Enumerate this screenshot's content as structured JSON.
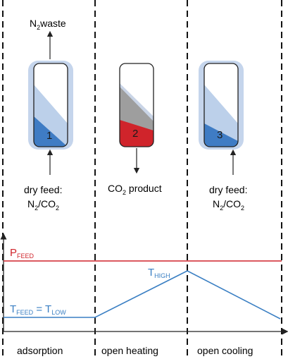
{
  "columns": [
    {
      "number": "1",
      "top_label": {
        "main": "N",
        "sub": "2",
        "rest": "waste"
      },
      "bottom_label_line1": "dry feed:",
      "bottom_label_line2": {
        "a": "N",
        "a_sub": "2",
        "b": "/CO",
        "b_sub": "2"
      },
      "step": "adsorption"
    },
    {
      "number": "2",
      "bottom_label": {
        "main": "CO",
        "sub": "2",
        "rest": " product"
      },
      "step": "open heating"
    },
    {
      "number": "3",
      "bottom_label_line1": "dry feed:",
      "bottom_label_line2": {
        "a": "N",
        "a_sub": "2",
        "b": "/CO",
        "b_sub": "2"
      },
      "step": "open cooling"
    }
  ],
  "graph": {
    "p_feed": {
      "main": "P",
      "sub": "FEED",
      "color": "#d0242b"
    },
    "t_high": {
      "main": "T",
      "sub": "HIGH",
      "color": "#3a7fc3"
    },
    "t_feed": {
      "main": "T",
      "sub": "FEED",
      "eq": " = ",
      "main2": "T",
      "sub2": "LOW",
      "color": "#3a7fc3"
    }
  },
  "colors": {
    "halo": "#c5d5ec",
    "light_blue": "#bcd0ea",
    "blue": "#3f7cc4",
    "gray": "#9e9e9e",
    "red": "#d0242b",
    "red_line": "#d0242b",
    "blue_line": "#3a7fc3"
  }
}
